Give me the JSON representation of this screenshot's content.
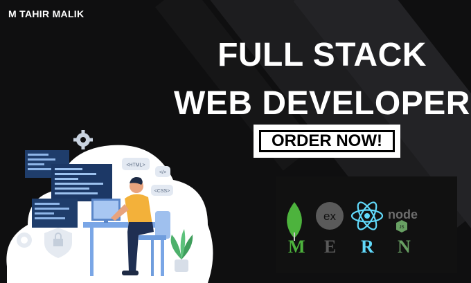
{
  "author": "M TAHIR MALIK",
  "headline": {
    "line1": "FULL STACK",
    "line2": "WEB DEVELOPER"
  },
  "cta": {
    "label": "ORDER NOW!"
  },
  "illustration": {
    "bubbles": [
      "<HTML>",
      "</>",
      "<CSS>"
    ]
  },
  "stack": {
    "express_text": "ex",
    "node_text": "node",
    "node_sub": "JS",
    "letters": [
      "M",
      "E",
      "R",
      "N"
    ]
  },
  "colors": {
    "background": "#0f0f10",
    "mongo": "#4db33d",
    "react": "#61dafb",
    "node": "#68a063",
    "express": "#555555"
  }
}
